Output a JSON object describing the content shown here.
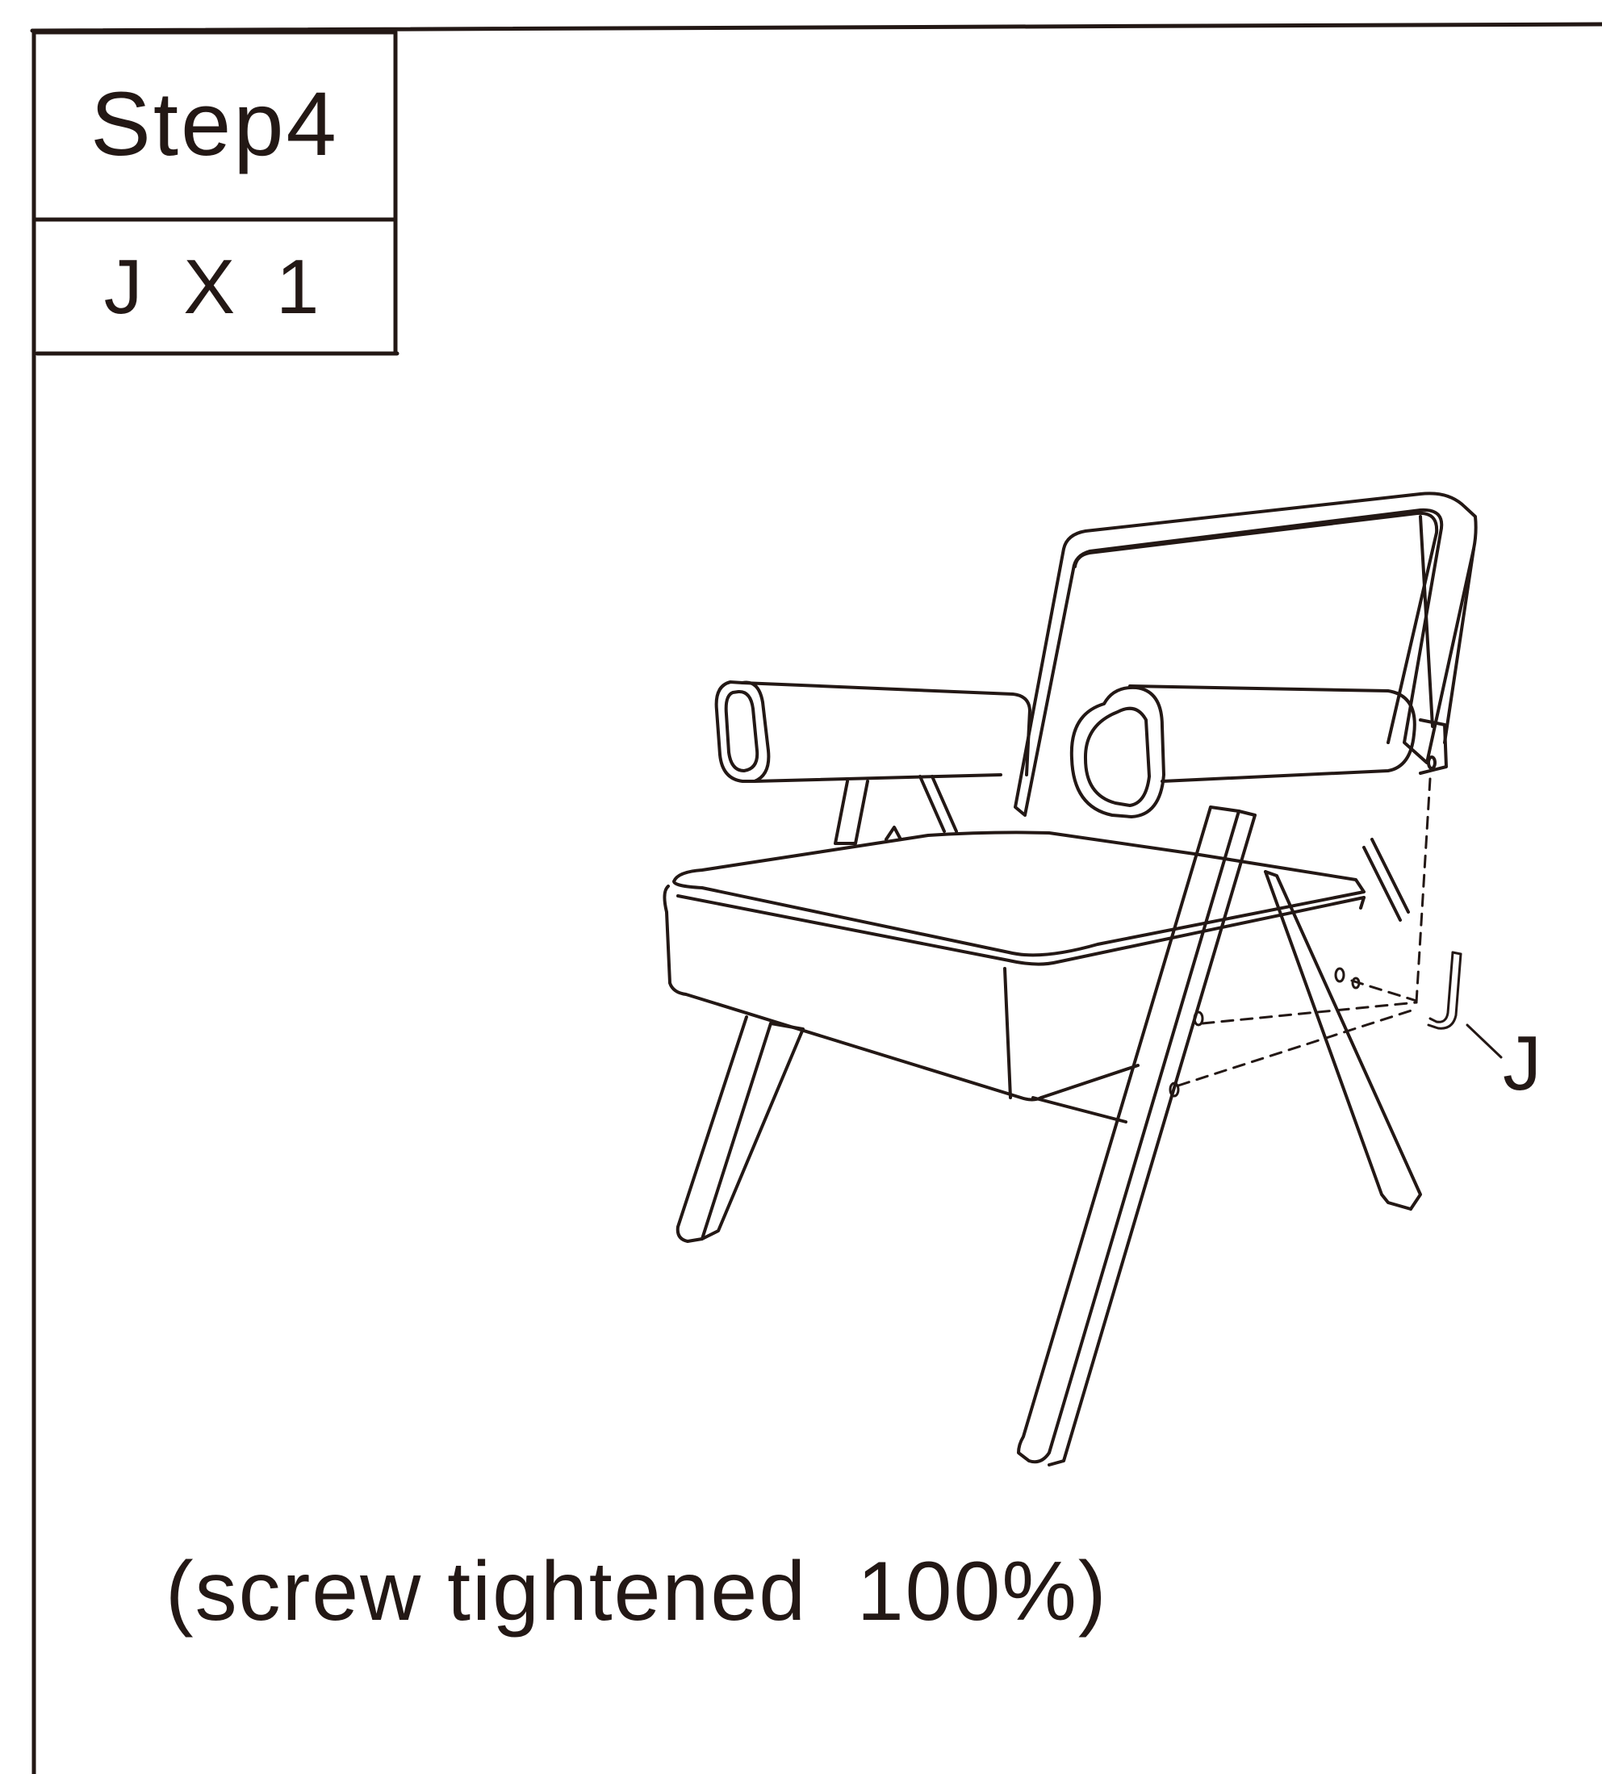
{
  "step": {
    "title": "Step4",
    "quantity": "J X 1"
  },
  "illustration": {
    "part_label": "J"
  },
  "caption": "(screw tightened  100%)",
  "colors": {
    "ink": "#231815",
    "paper": "#ffffff"
  }
}
